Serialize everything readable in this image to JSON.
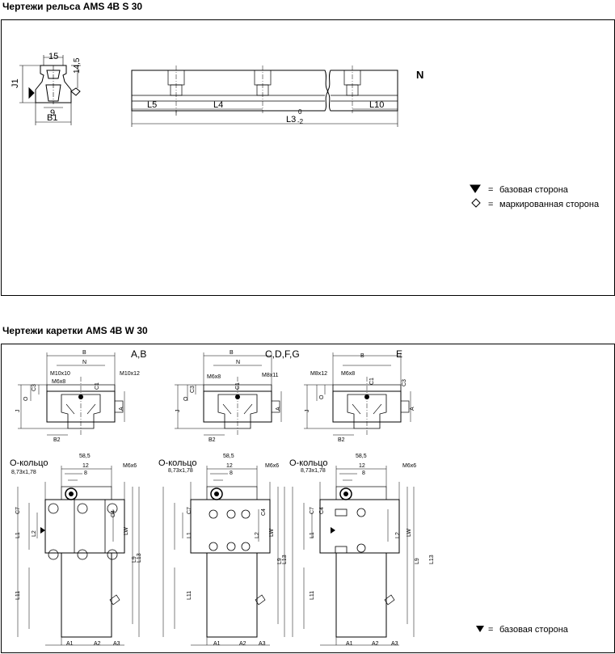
{
  "rail_section": {
    "title": "Чертежи рельса AMS 4B S 30",
    "profile_dims": {
      "top": "15",
      "height": "14,5",
      "j1": "J1",
      "b": "9",
      "b1": "B1"
    },
    "side_dims": {
      "l5": "L5",
      "l4": "L4",
      "l3": "L3",
      "l3_tol_upper": "0",
      "l3_tol_lower": "-2",
      "l10": "L10"
    },
    "n_label": "N",
    "legend": [
      {
        "symbol": "triangle-down-icon",
        "sep": "=",
        "text": "базовая сторона"
      },
      {
        "symbol": "diamond-icon",
        "sep": "=",
        "text": "маркированная сторона"
      }
    ]
  },
  "carriage_section": {
    "title": "Чертежи каретки AMS 4B W 30",
    "variants": [
      {
        "label": "A,B",
        "dims": {
          "b": "B",
          "n": "N",
          "m1": "M10x10",
          "m2": "M6x8",
          "m3": "M10x12",
          "c1": "C1",
          "c3": "C3",
          "o": "O",
          "j": "J",
          "a": "A",
          "b2": "B2"
        }
      },
      {
        "label": "C,D,F,G",
        "dims": {
          "b": "B",
          "n": "N",
          "m1": "M6x8",
          "m2": "M8x11",
          "c1": "C1",
          "c3": "C3",
          "o": "O",
          "j": "J",
          "a": "A",
          "b2": "B2"
        }
      },
      {
        "label": "E",
        "dims": {
          "b": "B",
          "m1": "M8x12",
          "m2": "M6x8",
          "c1": "C1",
          "c3": "C3",
          "o": "O",
          "j": "J",
          "a": "A",
          "b2": "B2"
        }
      }
    ],
    "plan": {
      "oring": "О-кольцо",
      "oring_size": "8,73x1,78",
      "d585": "58,5",
      "d12": "12",
      "d8": "8",
      "m6x6": "M6x6",
      "c7": "C7",
      "c4": "C4",
      "l1": "L1",
      "l2": "L2",
      "lw": "LW",
      "l9": "L9",
      "l13": "L13",
      "l11": "L11",
      "a1": "A1",
      "a2": "A2",
      "a3": "A3"
    },
    "legend": {
      "symbol": "triangle-down-icon",
      "sep": "=",
      "text": "базовая сторона"
    }
  }
}
